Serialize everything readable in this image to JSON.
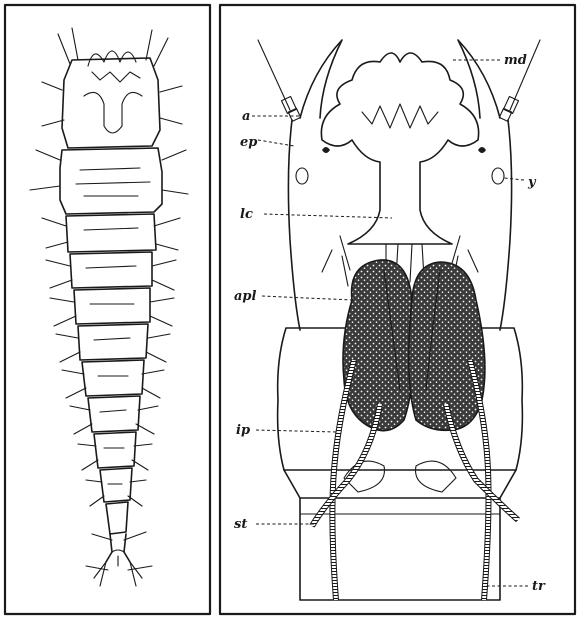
{
  "figure": {
    "left_panel": {
      "subject": "larva, dorsal view"
    },
    "right_panel": {
      "subject": "head and anterior segments, dissected",
      "labels": {
        "md": "md",
        "a": "a",
        "ep": "ep",
        "y": "y",
        "lc": "lc",
        "apl": "apl",
        "ip": "ip",
        "st": "st",
        "tr": "tr"
      }
    }
  },
  "colors": {
    "ink": "#1a1a1a",
    "paper": "#ffffff"
  }
}
